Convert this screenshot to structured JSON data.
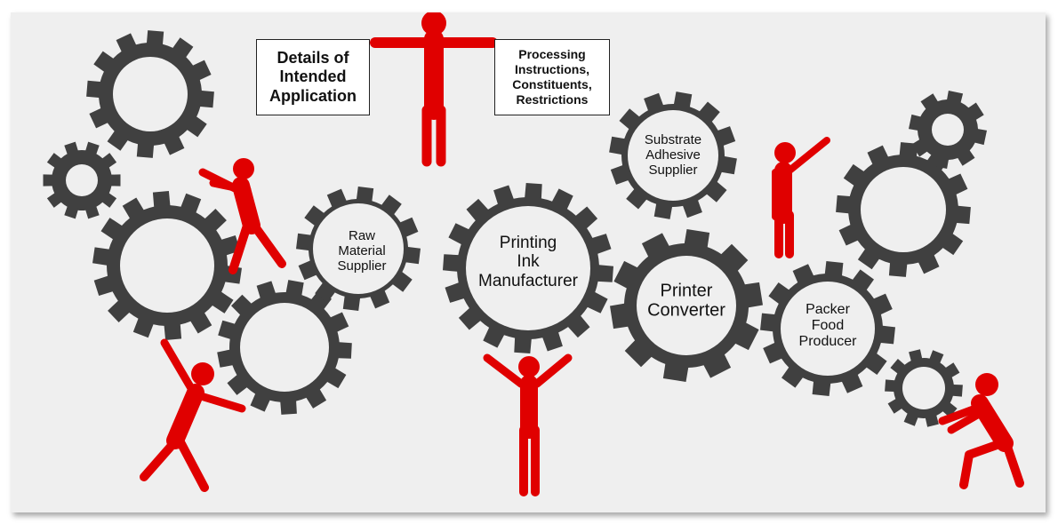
{
  "callouts": {
    "left": [
      "Details of",
      "Intended",
      "Application"
    ],
    "right": [
      "Processing",
      "Instructions,",
      "Constituents,",
      "Restrictions"
    ]
  },
  "gears": {
    "raw_material": [
      "Raw",
      "Material",
      "Supplier"
    ],
    "printing_ink": [
      "Printing",
      "Ink",
      "Manufacturer"
    ],
    "substrate": [
      "Substrate",
      "Adhesive",
      "Supplier"
    ],
    "printer": [
      "Printer",
      "Converter"
    ],
    "packer": [
      "Packer",
      "Food",
      "Producer"
    ]
  },
  "colors": {
    "gear": "#404040",
    "figure": "#e00000",
    "background": "#efefef"
  }
}
